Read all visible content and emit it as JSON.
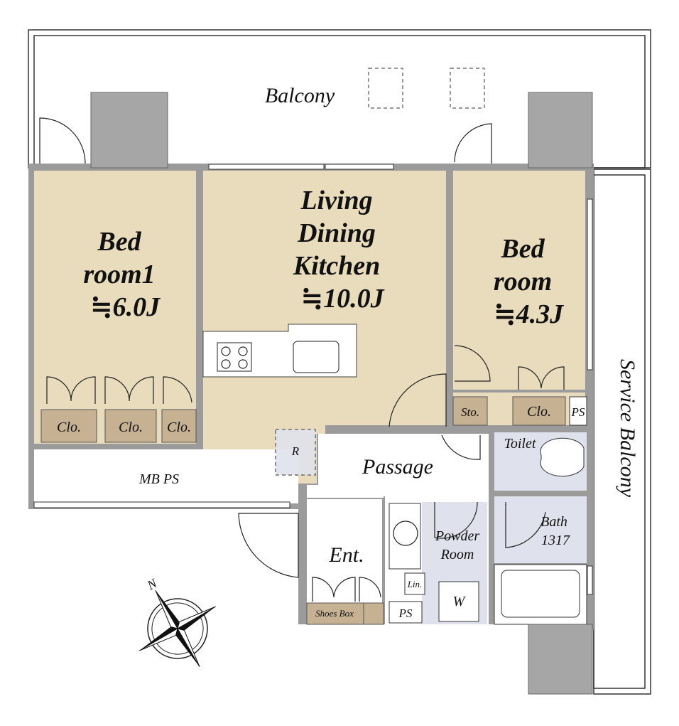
{
  "rooms": {
    "balcony": "Balcony",
    "service_balcony": "Service Balcony",
    "bedroom1": {
      "line1": "Bed",
      "line2": "room1",
      "area": "≒6.0J"
    },
    "ldk": {
      "line1": "Living",
      "line2": "Dining",
      "line3": "Kitchen",
      "area": "≒10.0J"
    },
    "bedroom2": {
      "line1": "Bed",
      "line2": "room",
      "area": "≒4.3J"
    },
    "passage": "Passage",
    "entrance": "Ent.",
    "powder_room": {
      "line1": "Powder",
      "line2": "Room"
    },
    "bath": {
      "line1": "Bath",
      "line2": "1317"
    },
    "toilet": "Toilet",
    "mbps": "MB PS"
  },
  "fixtures": {
    "closets_bed1": [
      "Clo.",
      "Clo.",
      "Clo."
    ],
    "storage": "Sto.",
    "closet_bed2": "Clo.",
    "ps_bed2": "PS",
    "refrigerator": "R",
    "shoes_box": "Shoes Box",
    "ps_entrance": "PS",
    "linen": "Lin.",
    "washer": "W"
  },
  "compass": {
    "north_label": "N"
  },
  "colors": {
    "room": "#e9dcbd",
    "closet": "#c6b193",
    "wet": "#dfe2ec",
    "wall": "#9b9b9b"
  }
}
